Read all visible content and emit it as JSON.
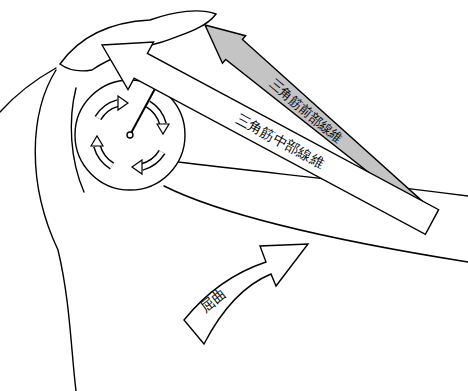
{
  "diagram": {
    "nodes": [
      {
        "text": [
          "三角筋前部線維"
        ]
      },
      {
        "text": [
          "三角筋中部線維"
        ]
      },
      {
        "text": [
          "屈曲"
        ]
      }
    ]
  }
}
